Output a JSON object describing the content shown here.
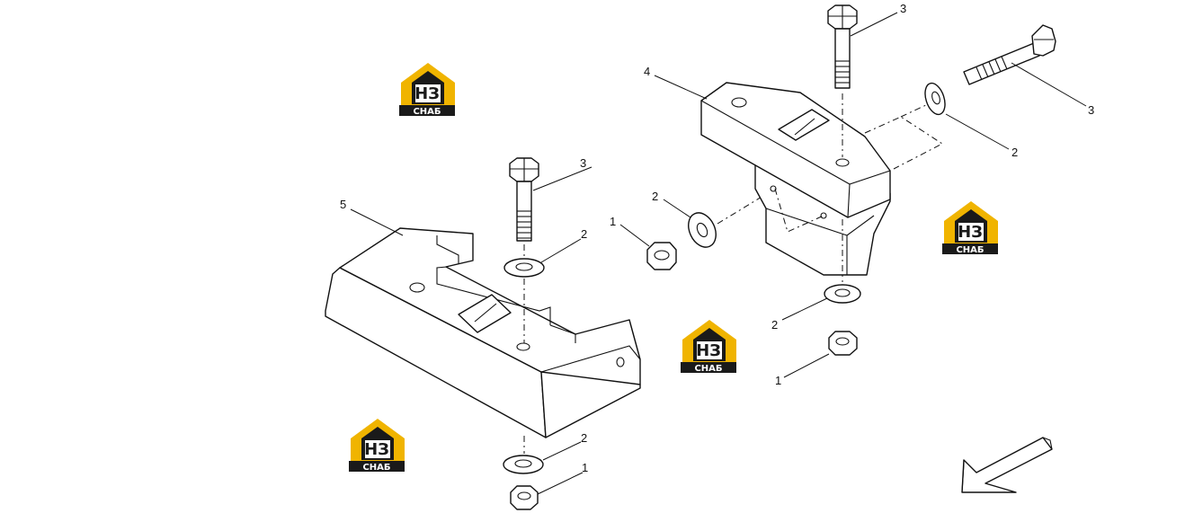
{
  "callouts": {
    "nut_left_bottom": "1",
    "washer_left_bottom": "2",
    "bolt_left": "3",
    "washer_left_top": "2",
    "bracket_left": "5",
    "nut_mid": "1",
    "washer_mid": "2",
    "bracket_right": "4",
    "bolt_right_vertical": "3",
    "bolt_right_horizontal": "3",
    "washer_right_side": "2",
    "washer_right_bottom": "2",
    "nut_right_bottom": "1"
  },
  "watermark": {
    "letters": "НЗ",
    "caption": "СНАБ",
    "accent_color": "#f0b400",
    "dark_color": "#1a1a1a"
  },
  "colors": {
    "line": "#111111",
    "background": "#ffffff"
  }
}
